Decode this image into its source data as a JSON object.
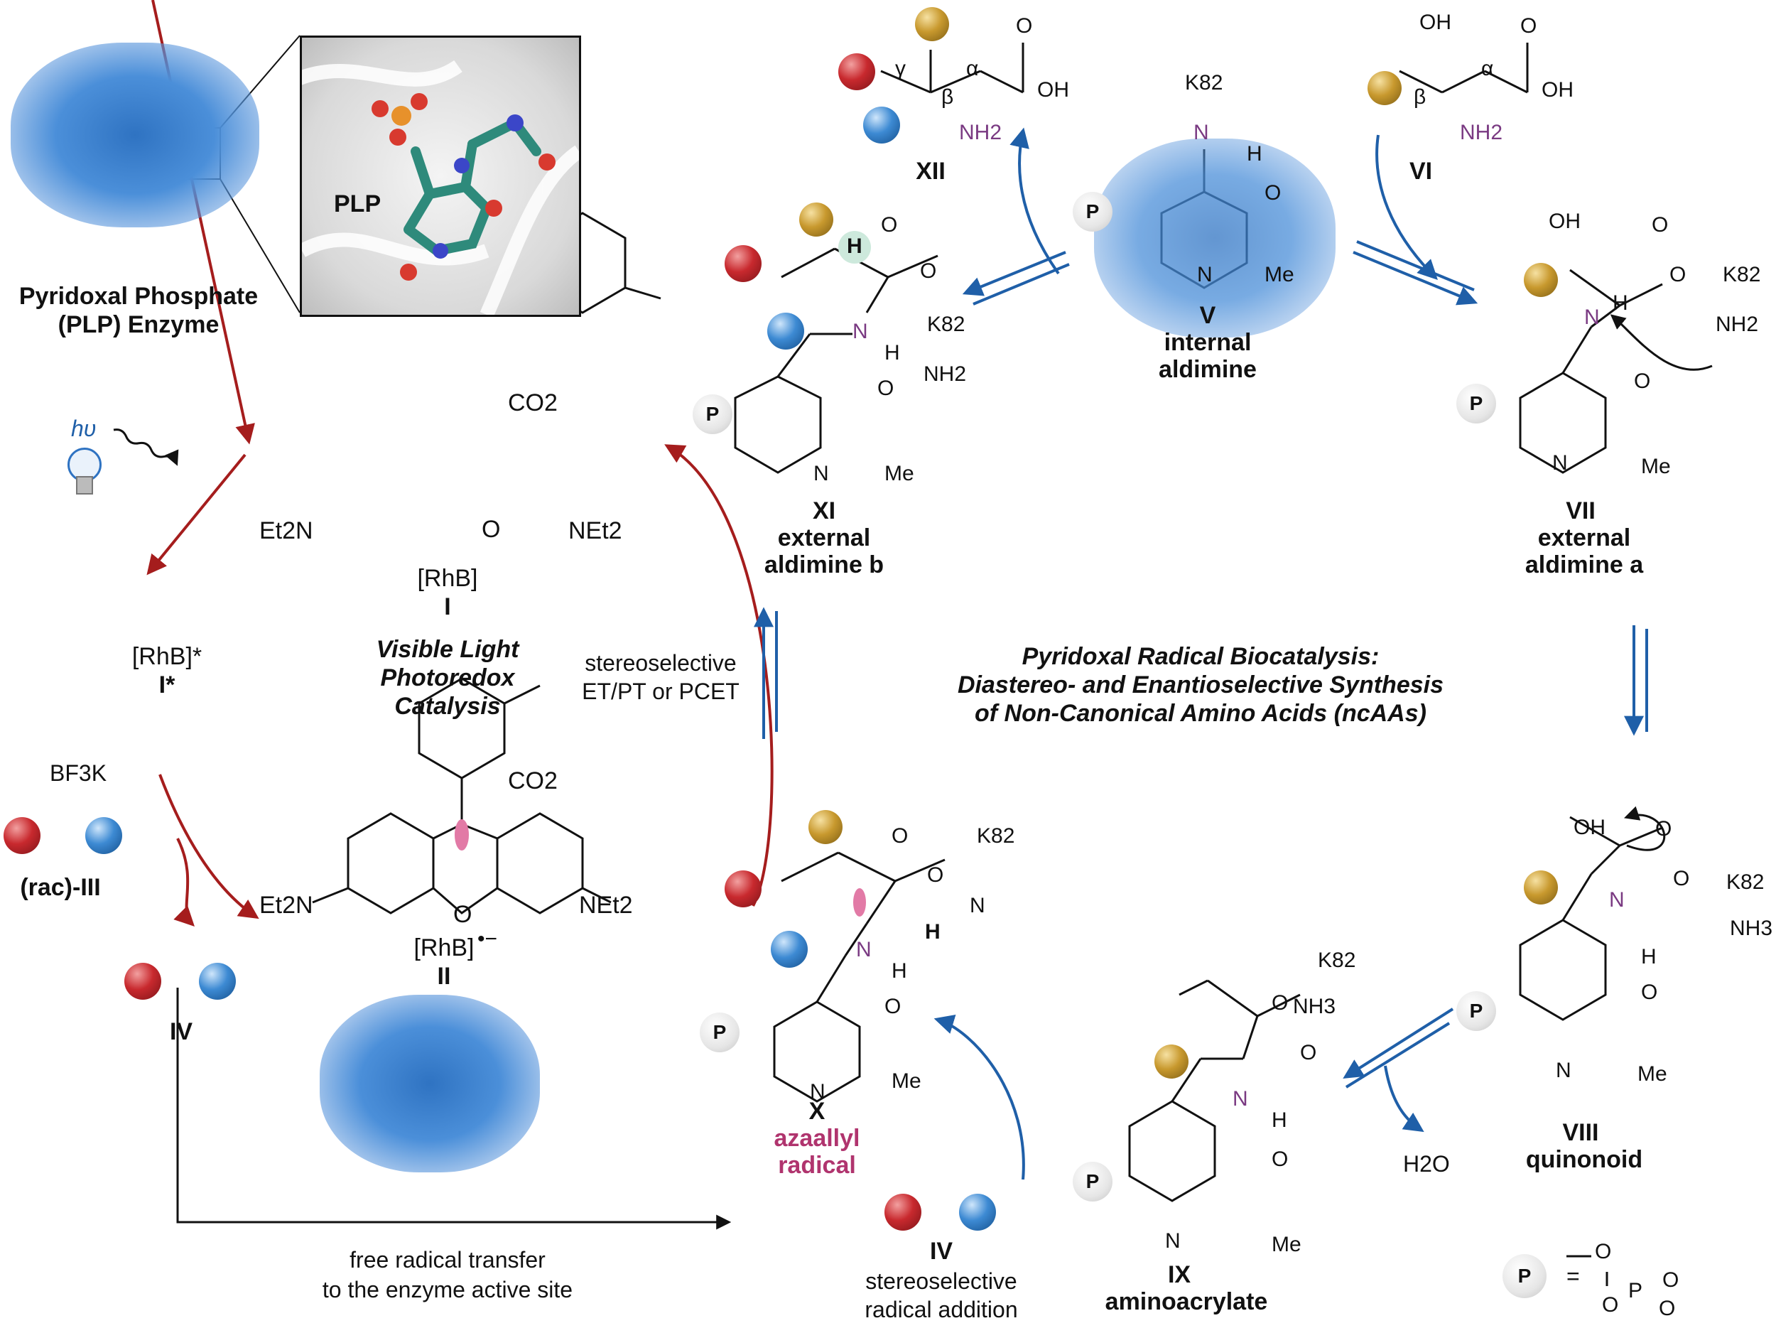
{
  "title": "Pyridoxal Radical Biocatalysis:",
  "subtitle_line1": "Diastereo- and Enantioselective Synthesis",
  "subtitle_line2": "of Non-Canonical Amino Acids (ncAAs)",
  "enzyme": {
    "label_line1": "Pyridoxal Phosphate",
    "label_line2": "(PLP) Enzyme",
    "inset_label": "PLP"
  },
  "photoredox": {
    "light": "hυ",
    "catalyst_name": "[RhB]",
    "catalyst_num": "I",
    "excited_name": "[RhB]*",
    "excited_num": "I*",
    "radical_anion_name": "[RhB]",
    "radical_anion_charge": "•−",
    "radical_anion_num": "II",
    "title_line1": "Visible Light",
    "title_line2": "Photoredox",
    "title_line3": "Catalysis",
    "substituent_left": "Et2N",
    "substituent_right": "NEt2",
    "carboxylate": "CO2",
    "oxygen": "O"
  },
  "reagents": {
    "bf3k": "BF3K",
    "rac_label": "(rac)-III",
    "radical_label": "IV"
  },
  "steps": {
    "et_pt_line1": "stereoselective",
    "et_pt_line2": "ET/PT or PCET",
    "radical_transfer_line1": "free radical transfer",
    "radical_transfer_line2": "to the enzyme active site",
    "radical_addition_line1": "stereoselective",
    "radical_addition_line2": "radical addition",
    "water": "H2O"
  },
  "intermediates": {
    "V": {
      "num": "V",
      "line1": "internal",
      "line2": "aldimine"
    },
    "VI": {
      "num": "VI"
    },
    "VII": {
      "num": "VII",
      "line1": "external",
      "line2": "aldimine a"
    },
    "VIII": {
      "num": "VIII",
      "line1": "quinonoid"
    },
    "IX": {
      "num": "IX",
      "line1": "aminoacrylate"
    },
    "X": {
      "num": "X",
      "line1": "azaallyl",
      "line2": "radical"
    },
    "XI": {
      "num": "XI",
      "line1": "external",
      "line2": "aldimine b"
    },
    "XII": {
      "num": "XII"
    }
  },
  "atoms": {
    "lys": "K82",
    "nh2": "NH2",
    "nh3": "NH3",
    "oh": "OH",
    "me": "Me",
    "n": "N",
    "h": "H",
    "o": "O",
    "alpha": "α",
    "beta": "β",
    "gamma": "γ",
    "p": "P"
  },
  "legend": {
    "p_symbol": "P",
    "equals": "=",
    "phosphate_o": "O",
    "phosphate_p": "P"
  },
  "colors": {
    "red_arrow": "#a51d1d",
    "blue_arrow": "#1f5fa8",
    "radical_pink": "#b0346e",
    "nitrogen_purple": "#7a3a82"
  }
}
